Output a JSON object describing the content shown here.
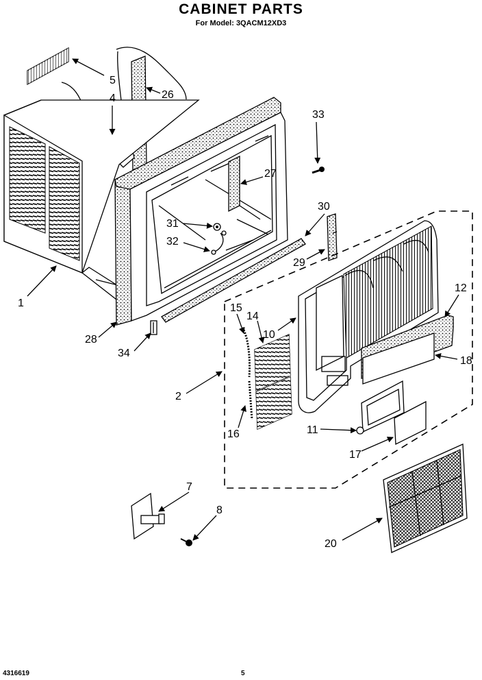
{
  "title": "CABINET PARTS",
  "subtitle": "For Model: 3QACM12XD3",
  "footer": {
    "doc_number": "4316619",
    "page_number": "5"
  },
  "callouts": {
    "c1": "1",
    "c2": "2",
    "c4": "4",
    "c5": "5",
    "c7": "7",
    "c8": "8",
    "c10": "10",
    "c11": "11",
    "c12": "12",
    "c14": "14",
    "c15": "15",
    "c16": "16",
    "c17": "17",
    "c18": "18",
    "c20": "20",
    "c26": "26",
    "c27": "27",
    "c28": "28",
    "c29": "29",
    "c30": "30",
    "c31": "31",
    "c32": "32",
    "c33": "33",
    "c34": "34"
  }
}
